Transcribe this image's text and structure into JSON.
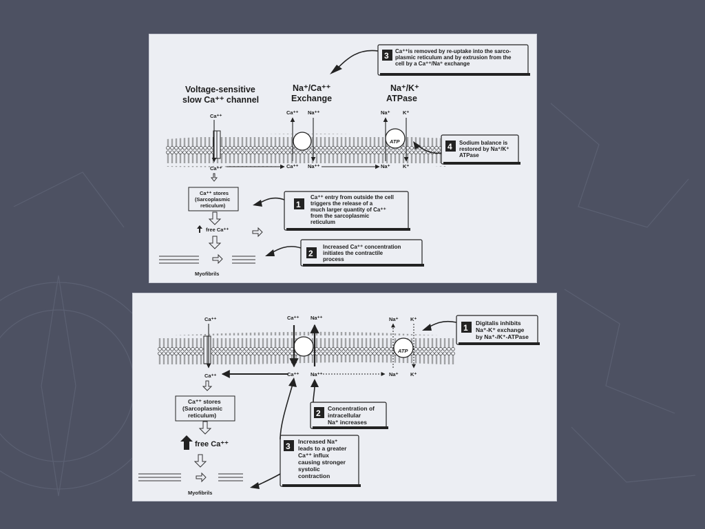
{
  "top_panel": {
    "headers": {
      "channel_line1": "Voltage-sensitive",
      "channel_line2": "slow Ca⁺⁺ channel",
      "exchange_line1": "Na⁺/Ca⁺⁺",
      "exchange_line2": "Exchange",
      "atpase_line1": "Na⁺/K⁺",
      "atpase_line2": "ATPase"
    },
    "ions": {
      "ca_out": "Ca⁺⁺",
      "ca_in": "Ca⁺⁺",
      "exch_ca_out": "Ca⁺⁺",
      "exch_na_out": "Na⁺⁺",
      "exch_ca_in": "Ca⁺⁺",
      "exch_na_in": "Na⁺⁺",
      "pump_na_out": "Na⁺",
      "pump_k_out": "K⁺",
      "pump_na_in": "Na⁺",
      "pump_k_in": "K⁺",
      "atp_label": "ATP"
    },
    "labels": {
      "stores_line1": "Ca⁺⁺ stores",
      "stores_line2": "(Sarcoplasmic",
      "stores_line3": "reticulum)",
      "free_ca": "free Ca⁺⁺",
      "myofibrils": "Myofibrils"
    },
    "callouts": [
      {
        "number": "3",
        "lines": [
          "Ca⁺⁺is removed by re-uptake into the sarco-",
          "plasmic reticulum and by extrusion from the",
          "cell by a Ca⁺⁺/Na⁺ exchange"
        ]
      },
      {
        "number": "4",
        "lines": [
          "Sodium balance is",
          "restored by Na⁺/K⁺",
          "ATPase"
        ]
      },
      {
        "number": "1",
        "lines": [
          "Ca⁺⁺ entry from outside the cell",
          "triggers the release of a",
          "much larger quantity of Ca⁺⁺",
          "from the sarcoplasmic",
          "reticulum"
        ]
      },
      {
        "number": "2",
        "lines": [
          "Increased Ca⁺⁺ concentration",
          "initiates the contractile",
          "process"
        ]
      }
    ]
  },
  "bottom_panel": {
    "ions": {
      "ca_out": "Ca⁺⁺",
      "ca_in": "Ca⁺⁺",
      "exch_ca_out": "Ca⁺⁺",
      "exch_na_out": "Na⁺⁺",
      "exch_ca_in": "Ca⁺⁺",
      "exch_na_in": "Na⁺⁺",
      "pump_na_out": "Na⁺",
      "pump_k_out": "K⁺",
      "pump_na_in": "Na⁺",
      "pump_k_in": "K⁺",
      "atp_label": "ATP"
    },
    "labels": {
      "stores_line1": "Ca⁺⁺ stores",
      "stores_line2": "(Sarcoplasmic",
      "stores_line3": "reticulum)",
      "free_ca": "free Ca⁺⁺",
      "myofibrils": "Myofibrils"
    },
    "callouts": [
      {
        "number": "1",
        "lines": [
          "Digitalis inhibits",
          "Na⁺-K⁺ exchange",
          "by Na⁺-/K⁺-ATPase"
        ]
      },
      {
        "number": "2",
        "lines": [
          "Concentration of",
          "intracellular",
          "Na⁺ increases"
        ]
      },
      {
        "number": "3",
        "lines": [
          "Increased Na⁺",
          "leads to a greater",
          "Ca⁺⁺ influx",
          "causing stronger",
          "systolic",
          "contraction"
        ]
      }
    ]
  }
}
